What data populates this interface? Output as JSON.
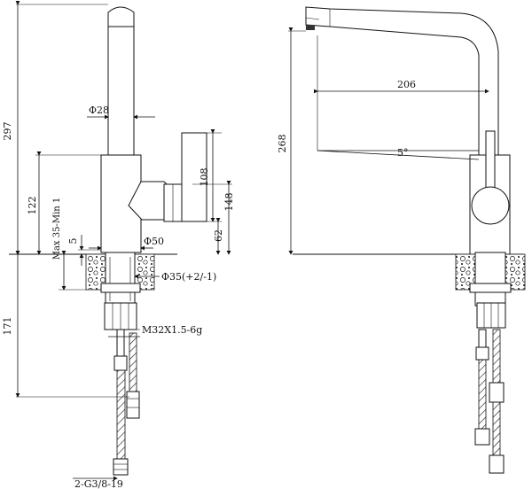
{
  "dimensions": {
    "total_height": "297",
    "spout_diameter": "Φ28",
    "body_height": "122",
    "deck_thickness": "Max 35-Min 1",
    "base_offset": "5",
    "body_diameter": "Φ50",
    "handle_height": "108",
    "handle_total": "148",
    "handle_base": "62",
    "hole_diameter": "Φ35(+2/-1)",
    "below_deck": "171",
    "thread": "M32X1.5-6g",
    "hose_connection": "2-G3/8-19",
    "reach": "206",
    "spout_height": "268",
    "spout_angle": "5°"
  }
}
